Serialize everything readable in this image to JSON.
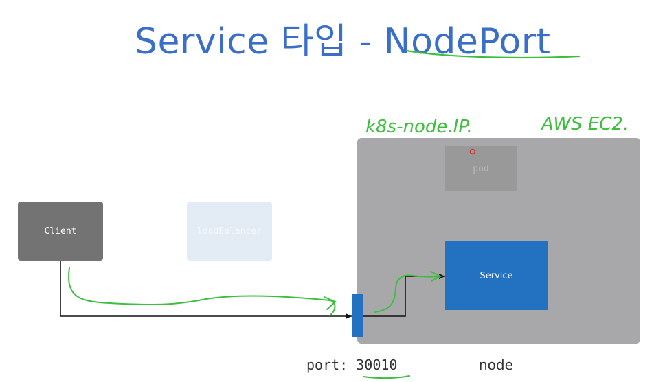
{
  "slide": {
    "title": "Service 타입 - NodePort"
  },
  "diagram": {
    "client_label": "Client",
    "load_balancer_label": "loadBalancer",
    "pod_label": "pod",
    "service_label": "Service",
    "port_text": "port: 30010",
    "node_text": "node"
  },
  "annotations": {
    "node_ip_note": "k8s-node.IP.",
    "aws_note": "AWS EC2."
  },
  "colors": {
    "title_blue": "#3a6fc9",
    "service_blue": "#2372c1",
    "node_gray": "#a8a8aa",
    "client_gray": "#737373",
    "handwriting_green": "#3cbf3c"
  }
}
